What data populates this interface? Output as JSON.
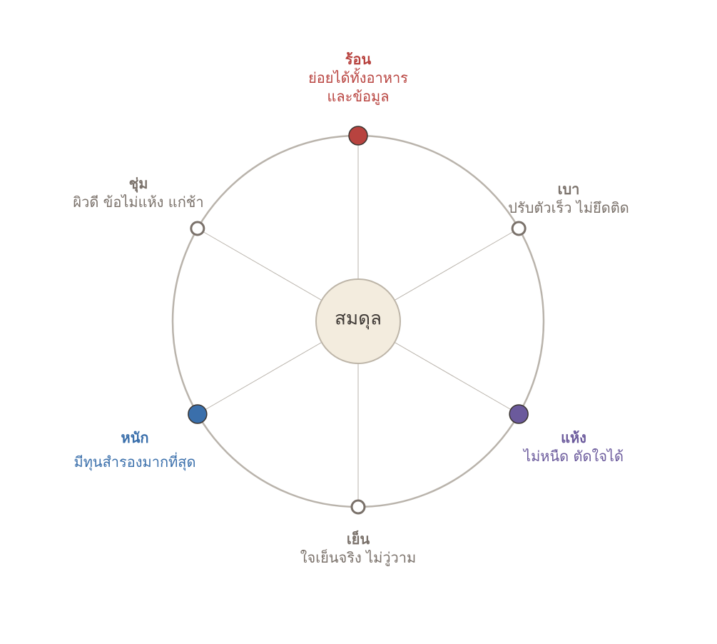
{
  "colors": {
    "ring": "#b9b3ab",
    "spoke": "#b9b3ab",
    "center_fill": "#f3ecde",
    "center_stroke": "#bdb5a8",
    "neutral": "#7a716a",
    "red": "#b8433f",
    "blue": "#3a6fab",
    "purple": "#6b5a9c",
    "node_outline_dark": "#3a3430"
  },
  "center": {
    "label": "สมดุล"
  },
  "nodes": [
    {
      "id": "hot",
      "title": "ร้อน",
      "desc": [
        "ย่อยได้ทั้งอาหาร",
        "และข้อมูล"
      ],
      "color": "red",
      "filled": true
    },
    {
      "id": "light",
      "title": "เบา",
      "desc": [
        "ปรับตัวเร็ว ไม่ยึดติด"
      ],
      "color": "neutral",
      "filled": false
    },
    {
      "id": "dry",
      "title": "แห้ง",
      "desc": [
        "ไม่หนืด ตัดใจได้"
      ],
      "color": "purple",
      "filled": true
    },
    {
      "id": "cool",
      "title": "เย็น",
      "desc": [
        "ใจเย็นจริง ไม่วู่วาม"
      ],
      "color": "neutral",
      "filled": false
    },
    {
      "id": "heavy",
      "title": "หนัก",
      "desc": [
        "มีทุนสำรองมากที่สุด"
      ],
      "color": "blue",
      "filled": true
    },
    {
      "id": "moist",
      "title": "ชุ่ม",
      "desc": [
        "ผิวดี ข้อไม่แห้ง แก่ช้า"
      ],
      "color": "neutral",
      "filled": false
    }
  ]
}
